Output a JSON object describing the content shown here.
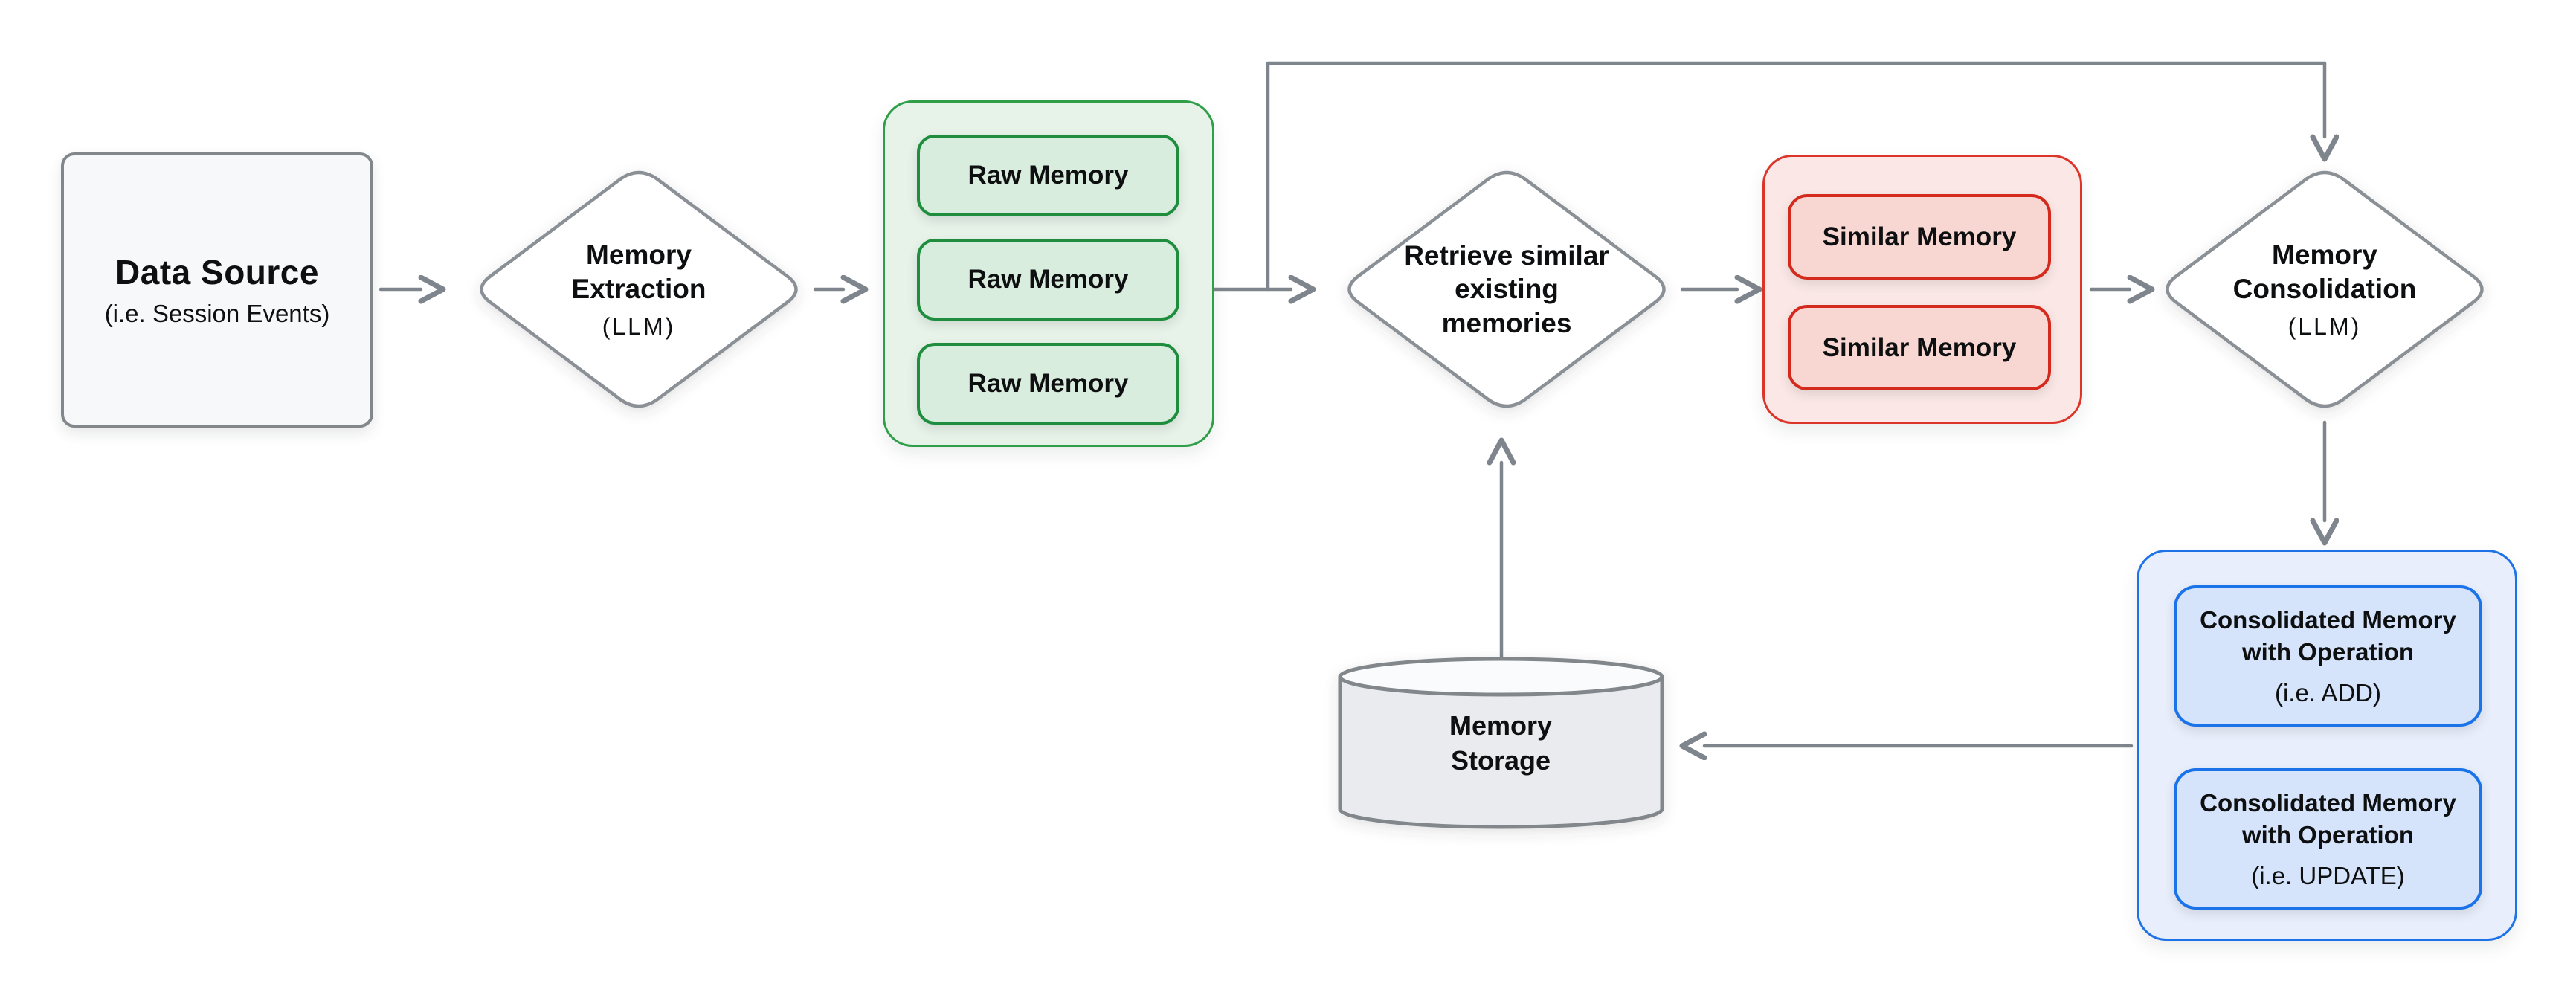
{
  "diagram": {
    "background": "#ffffff",
    "colors": {
      "arrow": "#7E858C",
      "neutral_border": "#82878C",
      "neutral_fill": "#F7F8F9",
      "cylinder_fill": "#E9EBEE",
      "cylinder_top_fill": "#FAFBFC",
      "green_fill": "#E7F3E9",
      "green_border": "#2E9E49",
      "green_item_fill": "#D9EDDE",
      "green_item_border": "#1E8E3E",
      "red_fill": "#FBE8E6",
      "red_border": "#DB352A",
      "red_item_fill": "#F8D7D3",
      "red_item_border": "#D42A1D",
      "blue_fill": "#E8EEFB",
      "blue_border": "#1E72E8",
      "blue_item_fill": "#D6E4FB",
      "blue_item_border": "#1A73E8",
      "text": "#0E0F10"
    },
    "nodes": {
      "data_source": {
        "title": "Data Source",
        "subtitle": "(i.e. Session Events)"
      },
      "memory_extraction": {
        "line1": "Memory",
        "line2": "Extraction",
        "subtitle": "(LLM)"
      },
      "raw_memory_group": {
        "items": [
          "Raw Memory",
          "Raw Memory",
          "Raw Memory"
        ]
      },
      "retrieve_similar": {
        "line1": "Retrieve similar",
        "line2": "existing",
        "line3": "memories"
      },
      "similar_memory_group": {
        "items": [
          "Similar Memory",
          "Similar Memory"
        ]
      },
      "memory_consolidation": {
        "line1": "Memory",
        "line2": "Consolidation",
        "subtitle": "(LLM)"
      },
      "consolidated_group": {
        "items": [
          {
            "line1": "Consolidated Memory",
            "line2": "with Operation",
            "subtitle": "(i.e. ADD)"
          },
          {
            "line1": "Consolidated Memory",
            "line2": "with Operation",
            "subtitle": "(i.e. UPDATE)"
          }
        ]
      },
      "memory_storage": {
        "line1": "Memory",
        "line2": "Storage"
      }
    }
  }
}
